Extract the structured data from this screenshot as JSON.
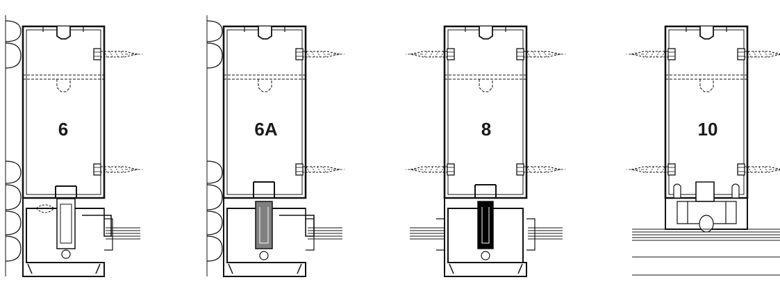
{
  "figure": {
    "details": [
      {
        "label": "6",
        "mounting": "wall-left",
        "fastener_sides": "right",
        "glazing": "right",
        "insert_color": "#ffffff"
      },
      {
        "label": "6A",
        "mounting": "wall-left",
        "fastener_sides": "right",
        "glazing": "right",
        "insert_color": "#808080"
      },
      {
        "label": "8",
        "mounting": "free",
        "fastener_sides": "both",
        "glazing": "both",
        "insert_color": "#000000"
      },
      {
        "label": "10",
        "mounting": "free",
        "fastener_sides": "both",
        "glazing": "both",
        "insert_color": "#ffffff"
      }
    ]
  }
}
